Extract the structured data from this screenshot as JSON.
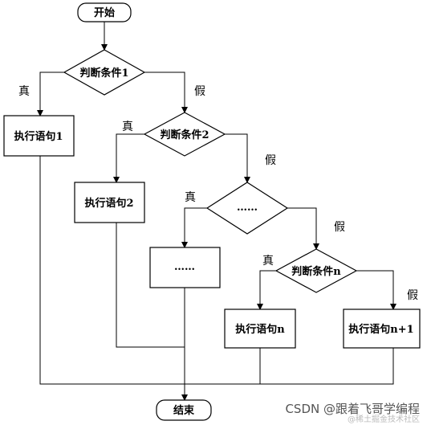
{
  "nodes": {
    "start": "开始",
    "cond1": "判断条件1",
    "exec1": "执行语句1",
    "cond2": "判断条件2",
    "exec2": "执行语句2",
    "cond_dots": "……",
    "exec_dots": "……",
    "condn": "判断条件n",
    "execn": "执行语句n",
    "execn1": "执行语句n+1",
    "end": "结束"
  },
  "branches": {
    "true_label": "真",
    "false_label": "假"
  },
  "watermark": {
    "text": "CSDN @跟着飞哥学编程",
    "subtext": "@稀土掘金技术社区"
  }
}
